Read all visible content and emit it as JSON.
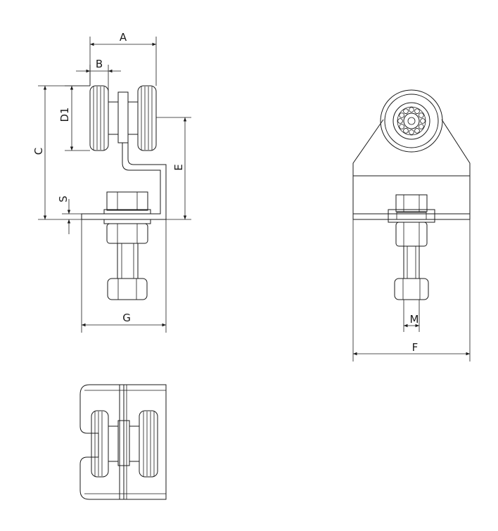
{
  "dimensions": {
    "A": "A",
    "B": "B",
    "C": "C",
    "D1": "D1",
    "E": "E",
    "S": "S",
    "G": "G",
    "F": "F",
    "M": "M"
  },
  "colors": {
    "line": "#1a1a1a",
    "wheel": "#bdbdbd",
    "wheel_dark": "#9e9e9e",
    "metal": "#d6d6d6",
    "nut": "#b8b8b8",
    "background": "#ffffff"
  },
  "views": [
    "side-view",
    "front-view",
    "top-view"
  ]
}
